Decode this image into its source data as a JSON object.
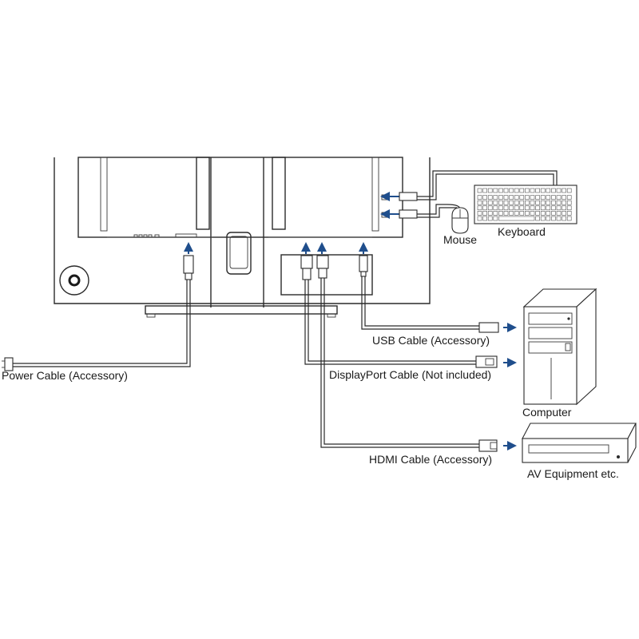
{
  "labels": {
    "power_cable": "Power Cable (Accessory)",
    "usb_cable": "USB Cable (Accessory)",
    "displayport_cable": "DisplayPort Cable (Not included)",
    "hdmi_cable": "HDMI Cable (Accessory)",
    "computer": "Computer",
    "av_equipment": "AV Equipment etc.",
    "mouse": "Mouse",
    "keyboard": "Keyboard"
  },
  "colors": {
    "line": "#2a2a2a",
    "arrow": "#1f4e8c",
    "text": "#1a1a1a"
  }
}
